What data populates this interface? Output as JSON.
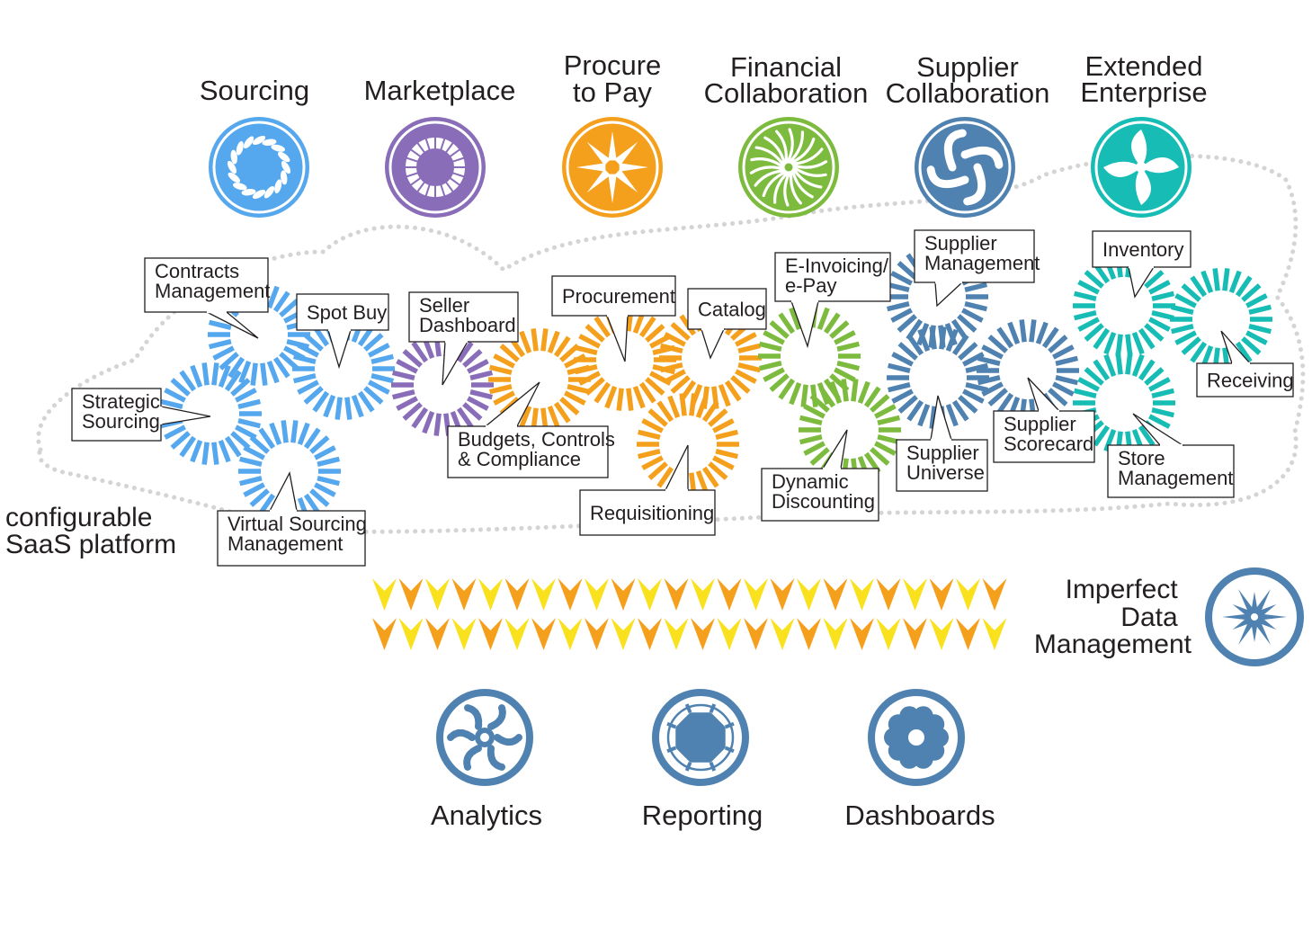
{
  "modules": [
    {
      "id": "sourcing",
      "lines": [
        "Sourcing"
      ],
      "color": "#55a7ee"
    },
    {
      "id": "marketplace",
      "lines": [
        "Marketplace"
      ],
      "color": "#8a6db9"
    },
    {
      "id": "procure-to-pay",
      "lines": [
        "Procure",
        "to Pay"
      ],
      "color": "#f5a01c"
    },
    {
      "id": "financial-collaboration",
      "lines": [
        "Financial",
        "Collaboration"
      ],
      "color": "#7dbb3f"
    },
    {
      "id": "supplier-collaboration",
      "lines": [
        "Supplier",
        "Collaboration"
      ],
      "color": "#4f82b0"
    },
    {
      "id": "extended-enterprise",
      "lines": [
        "Extended",
        "Enterprise"
      ],
      "color": "#17bdb5"
    }
  ],
  "components": [
    {
      "id": "contracts-management",
      "lines": [
        "Contracts",
        "Management"
      ],
      "color": "#55a7ee"
    },
    {
      "id": "spot-buy",
      "lines": [
        "Spot Buy"
      ],
      "color": "#55a7ee"
    },
    {
      "id": "strategic-sourcing",
      "lines": [
        "Strategic",
        "Sourcing"
      ],
      "color": "#55a7ee"
    },
    {
      "id": "virtual-sourcing-management",
      "lines": [
        "Virtual Sourcing",
        "Management"
      ],
      "color": "#55a7ee"
    },
    {
      "id": "seller-dashboard",
      "lines": [
        "Seller",
        "Dashboard"
      ],
      "color": "#8a6db9"
    },
    {
      "id": "budgets-controls-compliance",
      "lines": [
        "Budgets, Controls",
        "& Compliance"
      ],
      "color": "#f5a01c"
    },
    {
      "id": "procurement",
      "lines": [
        "Procurement"
      ],
      "color": "#f5a01c"
    },
    {
      "id": "catalog",
      "lines": [
        "Catalog"
      ],
      "color": "#f5a01c"
    },
    {
      "id": "requisitioning",
      "lines": [
        "Requisitioning"
      ],
      "color": "#f5a01c"
    },
    {
      "id": "e-invoicing",
      "lines": [
        "E-Invoicing/",
        "e-Pay"
      ],
      "color": "#7dbb3f"
    },
    {
      "id": "dynamic-discounting",
      "lines": [
        "Dynamic",
        "Discounting"
      ],
      "color": "#7dbb3f"
    },
    {
      "id": "supplier-management",
      "lines": [
        "Supplier",
        "Management"
      ],
      "color": "#4f82b0"
    },
    {
      "id": "supplier-universe",
      "lines": [
        "Supplier",
        "Universe"
      ],
      "color": "#4f82b0"
    },
    {
      "id": "supplier-scorecard",
      "lines": [
        "Supplier",
        "Scorecard"
      ],
      "color": "#4f82b0"
    },
    {
      "id": "inventory",
      "lines": [
        "Inventory"
      ],
      "color": "#17bdb5"
    },
    {
      "id": "receiving",
      "lines": [
        "Receiving"
      ],
      "color": "#17bdb5"
    },
    {
      "id": "store-management",
      "lines": [
        "Store",
        "Management"
      ],
      "color": "#17bdb5"
    }
  ],
  "platform_label": [
    "configurable",
    "SaaS platform"
  ],
  "data_management": {
    "lines": [
      "Imperfect",
      "Data",
      "Management"
    ],
    "color": "#4f82b0"
  },
  "tools": [
    {
      "id": "analytics",
      "label": "Analytics",
      "color": "#4f82b0"
    },
    {
      "id": "reporting",
      "label": "Reporting",
      "color": "#4f82b0"
    },
    {
      "id": "dashboards",
      "label": "Dashboards",
      "color": "#4f82b0"
    }
  ],
  "chevron_colors": [
    "#f9e11e",
    "#f5a01c"
  ]
}
